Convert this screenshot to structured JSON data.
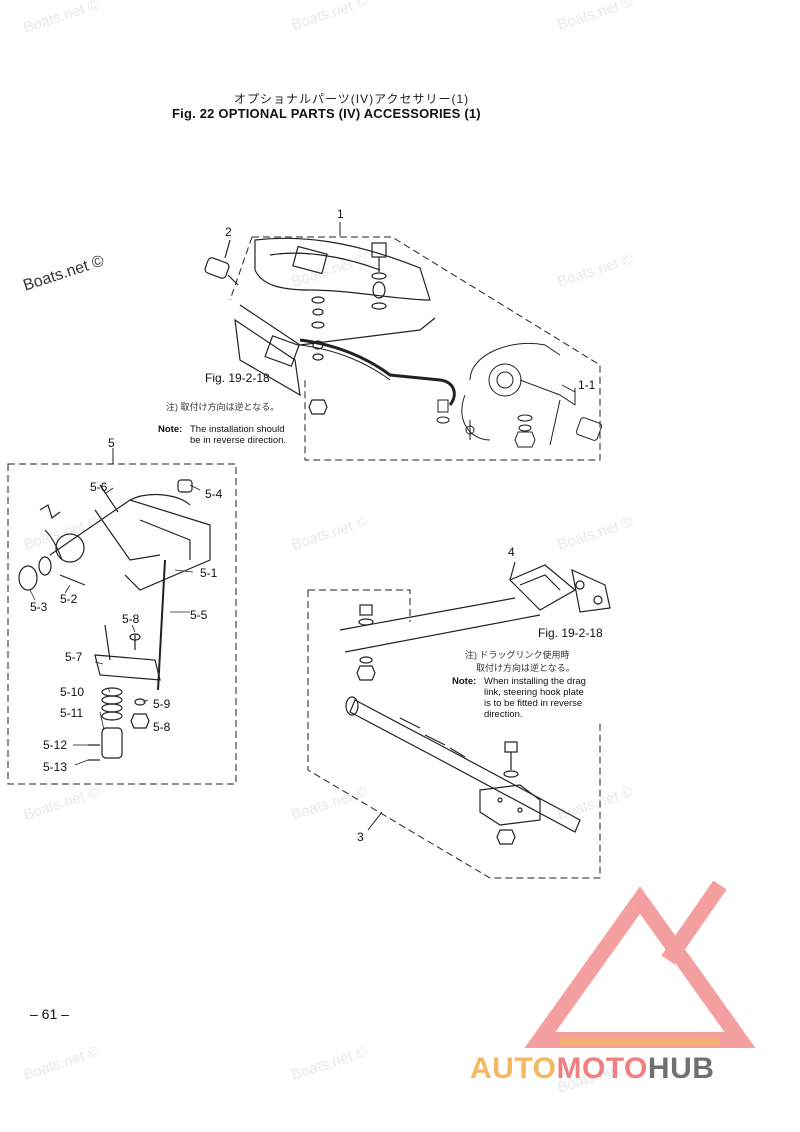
{
  "header": {
    "title_jp": "オプショナルパーツ(IV)アクセサリー(1)",
    "title_en": "Fig. 22   OPTIONAL PARTS (IV) ACCESSORIES (1)"
  },
  "callouts": {
    "c1": "1",
    "c2": "2",
    "c3": "3",
    "c4": "4",
    "c5": "5",
    "c1_1": "1-1",
    "c5_1": "5-1",
    "c5_2": "5-2",
    "c5_3": "5-3",
    "c5_4": "5-4",
    "c5_5": "5-5",
    "c5_6": "5-6",
    "c5_7": "5-7",
    "c5_8a": "5-8",
    "c5_8b": "5-8",
    "c5_9": "5-9",
    "c5_10": "5-10",
    "c5_11": "5-11",
    "c5_12": "5-12",
    "c5_13": "5-13",
    "fig_ref_top": "Fig. 19-2-18",
    "fig_ref_bottom": "Fig. 19-2-18"
  },
  "notes": {
    "top_jp": "注) 取付け方向は逆となる。",
    "top_label": "Note:",
    "top_text_1": "The installation should",
    "top_text_2": "be in reverse direction.",
    "bottom_jp_1": "注) ドラッグリンク使用時",
    "bottom_jp_2": "取付け方向は逆となる。",
    "bottom_label": "Note:",
    "bottom_text_1": "When installing the drag",
    "bottom_text_2": "link, steering hook plate",
    "bottom_text_3": "is to be fitted in reverse",
    "bottom_text_4": "direction."
  },
  "watermarks": {
    "text": "Boats.net ©",
    "text_dark": "Boats.net ©"
  },
  "footer": {
    "page_number": "– 61 –",
    "brand_auto": "AUTO",
    "brand_moto": "MOTO",
    "brand_hub": "HUB"
  },
  "colors": {
    "brand_red": "#f08080",
    "brand_yellow": "#f4b860",
    "brand_gray": "#707070"
  }
}
